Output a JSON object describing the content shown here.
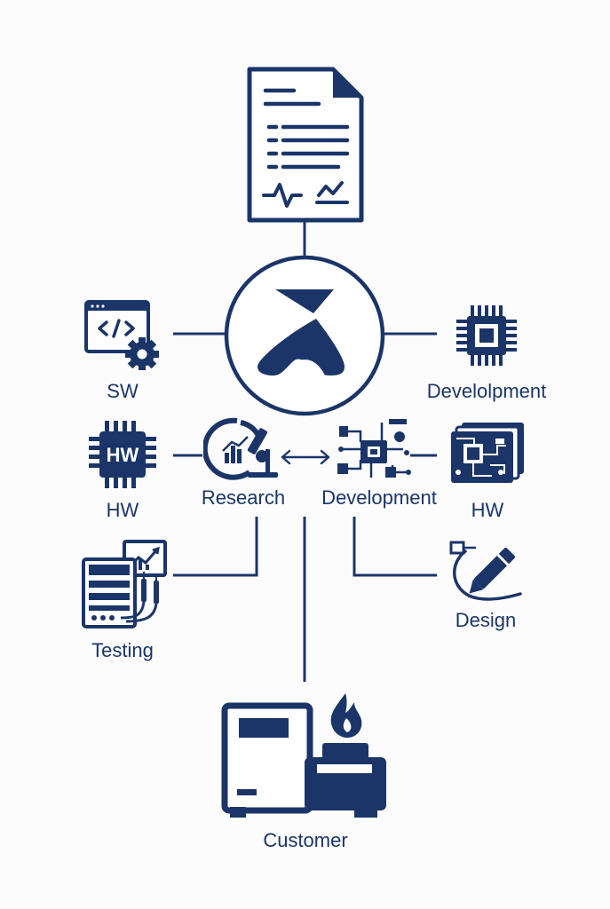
{
  "colors": {
    "primary": "#1b3568",
    "background": "#fcfcfd"
  },
  "nodes": {
    "document": {
      "icon": "document-icon"
    },
    "hub": {
      "icon": "company-logo"
    },
    "sw": {
      "label": "SW",
      "icon": "code-window-gear-icon"
    },
    "development_top": {
      "label": "Develolpment",
      "icon": "microchip-icon"
    },
    "hw_left": {
      "label": "HW",
      "icon": "hw-chip-icon"
    },
    "research": {
      "label": "Research",
      "icon": "research-microscope-icon"
    },
    "development_mid": {
      "label": "Development",
      "icon": "circuit-design-icon"
    },
    "hw_right": {
      "label": "HW",
      "icon": "circuit-boards-icon"
    },
    "testing": {
      "label": "Testing",
      "icon": "test-equipment-icon"
    },
    "design": {
      "label": "Design",
      "icon": "pen-design-icon"
    },
    "customer": {
      "label": "Customer",
      "icon": "industrial-furnace-icon"
    }
  }
}
